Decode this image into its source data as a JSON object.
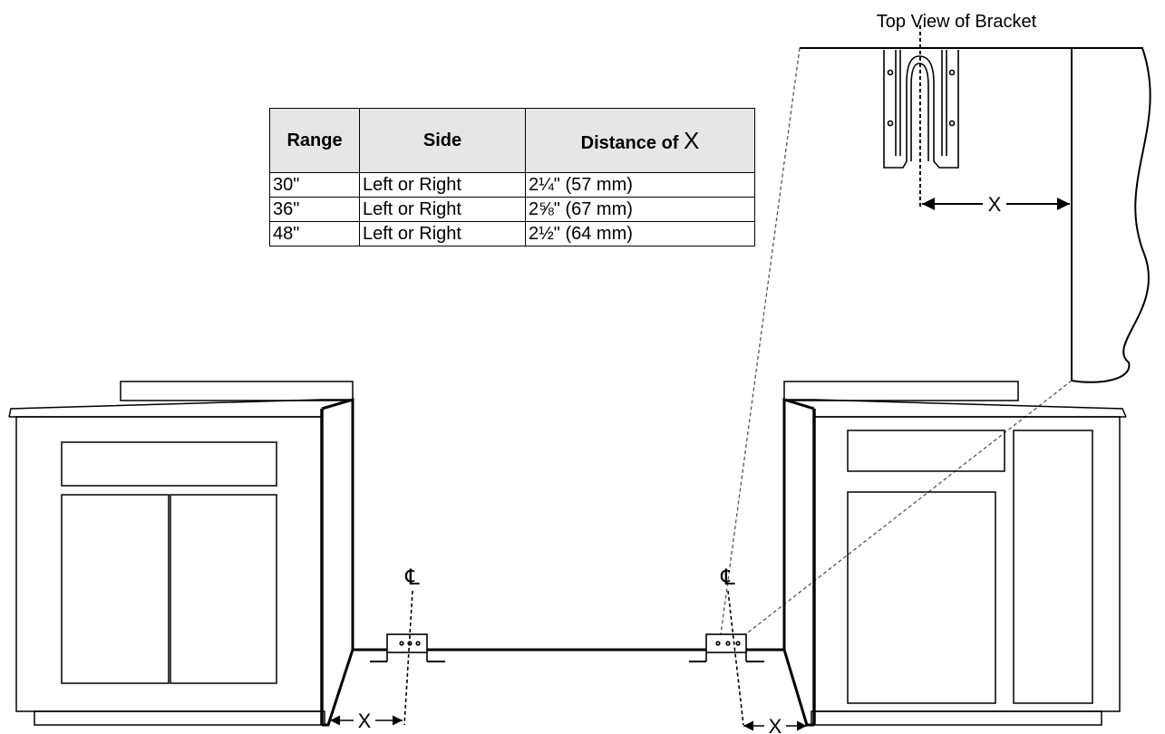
{
  "bracket_view": {
    "title": "Top View of Bracket",
    "dimension_label": "X"
  },
  "table": {
    "headers": {
      "range": "Range",
      "side": "Side",
      "distance_prefix": "Distance of ",
      "distance_symbol": "X"
    },
    "rows": [
      {
        "range": "30\"",
        "side": "Left or Right",
        "distance": "2¼\" (57 mm)"
      },
      {
        "range": "36\"",
        "side": "Left or Right",
        "distance": "2⅝\" (67 mm)"
      },
      {
        "range": "48\"",
        "side": "Left or Right",
        "distance": "2½\" (64 mm)"
      }
    ]
  },
  "labels": {
    "centerline_symbol": "℄",
    "left_dimension": "X",
    "right_dimension": "X"
  }
}
